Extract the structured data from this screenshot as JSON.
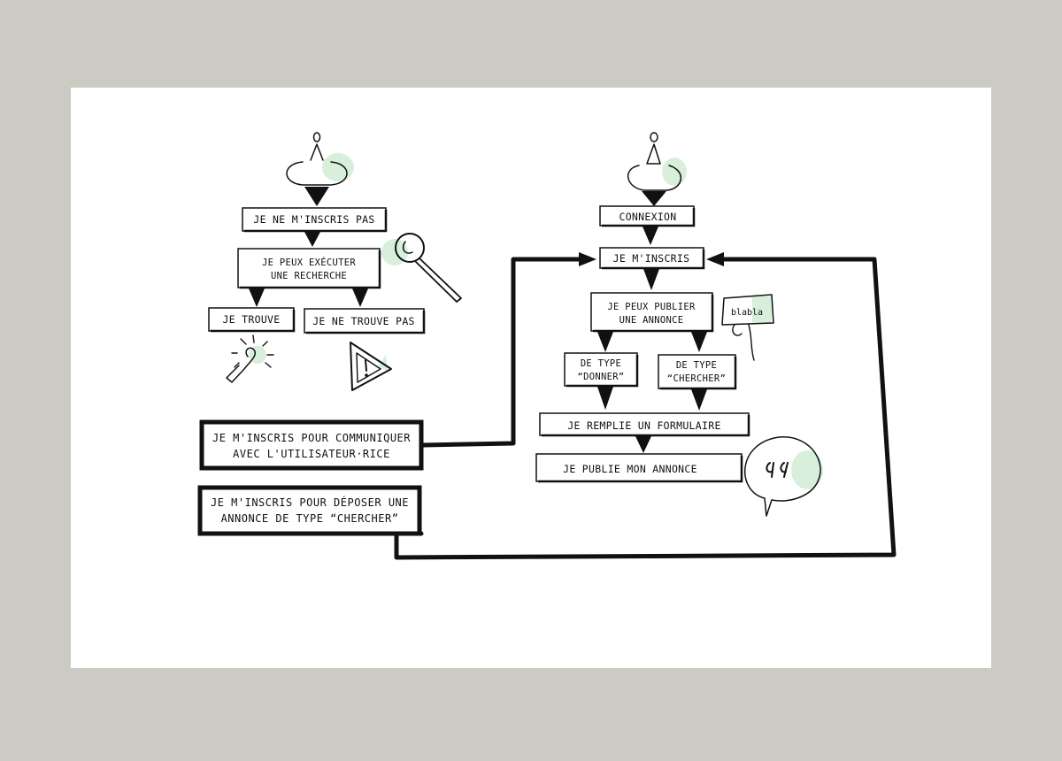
{
  "left_flow": {
    "box1": "JE NE M'INSCRIS PAS",
    "box2_line1": "JE PEUX EXÉCUTER",
    "box2_line2": "UNE RECHERCHE",
    "box3": "JE TROUVE",
    "box4": "JE NE TROUVE PAS"
  },
  "right_flow": {
    "box1": "CONNEXION",
    "box2": "JE M'INSCRIS",
    "box3_line1": "JE PEUX PUBLIER",
    "box3_line2": "UNE ANNONCE",
    "box4_line1": "DE TYPE",
    "box4_line2": "“DONNER”",
    "box5_line1": "DE TYPE",
    "box5_line2": "“CHERCHER”",
    "box6": "JE REMPLIE UN FORMULAIRE",
    "box7": "JE PUBLIE MON ANNONCE"
  },
  "notes": {
    "note1_line1": "JE M'INSCRIS POUR COMMUNIQUER",
    "note1_line2": "AVEC L'UTILISATEUR·RICE",
    "note2_line1": "JE M'INSCRIS POUR DÉPOSER UNE",
    "note2_line2": "ANNONCE DE TYPE “CHERCHER”"
  },
  "sign_text": "blabla"
}
